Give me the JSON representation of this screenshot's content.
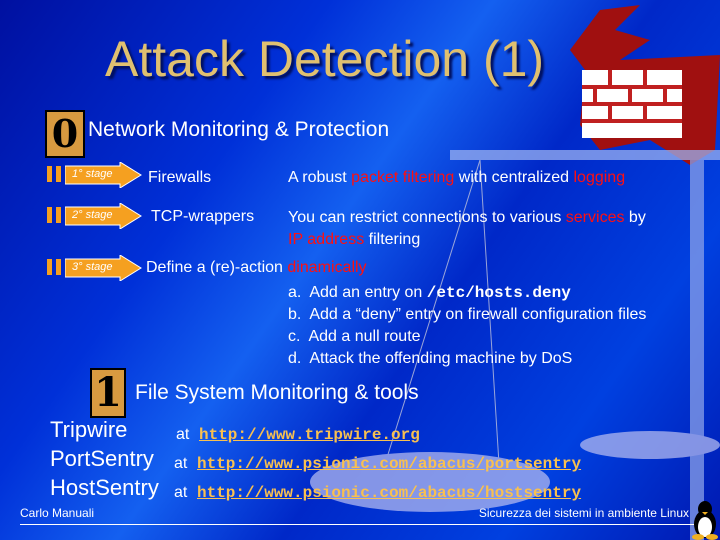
{
  "title": "Attack Detection (1)",
  "section0": {
    "number": "0",
    "heading": "Network Monitoring & Protection"
  },
  "stages": [
    {
      "label": "1° stage",
      "name": "Firewalls"
    },
    {
      "label": "2° stage",
      "name": "TCP-wrappers"
    },
    {
      "label": "3° stage",
      "name": "Define a (re)-action",
      "name_red": "dinamically"
    }
  ],
  "desc1": {
    "a": "A robust ",
    "b": "packet filtering",
    "c": " with centralized ",
    "d": "logging"
  },
  "desc2": {
    "a": "You can restrict connections to various ",
    "b": "services",
    "c": " by",
    "d": "IP address",
    "e": " filtering"
  },
  "actions": [
    {
      "letter": "a.",
      "text": "Add an entry on ",
      "code": "/etc/hosts.deny"
    },
    {
      "letter": "b.",
      "text": "Add a “deny” entry on firewall configuration files"
    },
    {
      "letter": "c.",
      "text": "Add a null route"
    },
    {
      "letter": "d.",
      "text": "Attack the offending machine by DoS"
    }
  ],
  "section1": {
    "number": "1",
    "heading": "File System Monitoring & tools"
  },
  "tools": [
    {
      "name": "Tripwire",
      "at": "at",
      "url": "http://www.tripwire.org"
    },
    {
      "name": "PortSentry",
      "at": "at",
      "url": "http://www.psionic.com/abacus/portsentry"
    },
    {
      "name": "HostSentry",
      "at": "at",
      "url": "http://www.psionic.com/abacus/hostsentry"
    }
  ],
  "footer": {
    "author": "Carlo Manuali",
    "course": "Sicurezza dei sistemi in ambiente Linux"
  }
}
